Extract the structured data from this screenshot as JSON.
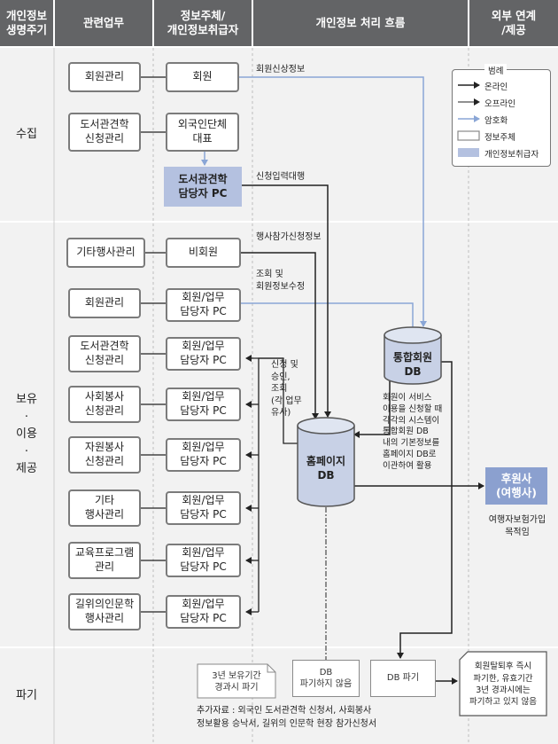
{
  "headers": {
    "lifecycle": "개인정보\n생명주기",
    "related": "관련업무",
    "subject": "정보주체/\n개인정보취급자",
    "flow": "개인정보 처리 흐름",
    "external": "외부 연계\n/제공"
  },
  "stages": {
    "collect": "수집",
    "use": "보유\n·\n이용\n·\n제공",
    "destroy": "파기"
  },
  "collect": {
    "task1": "회원관리",
    "subject1": "회원",
    "task2": "도서관견학\n신청관리",
    "subject2": "외국인단체\n대표",
    "handler": "도서관견학\n담당자 PC"
  },
  "use": {
    "tasks": [
      "기타행사관리",
      "회원관리",
      "도서관견학\n신청관리",
      "사회봉사\n신청관리",
      "자원봉사\n신청관리",
      "기타\n행사관리",
      "교육프로그램\n관리",
      "길위의인문학\n행사관리"
    ],
    "subjects": [
      "비회원",
      "회원/업무\n담당자 PC",
      "회원/업무\n담당자 PC",
      "회원/업무\n담당자 PC",
      "회원/업무\n담당자 PC",
      "회원/업무\n담당자 PC",
      "회원/업무\n담당자 PC",
      "회원/업무\n담당자 PC"
    ]
  },
  "db": {
    "integrated": "통합회원\nDB",
    "homepage": "홈페이지\nDB"
  },
  "labels": {
    "member_info": "회원신상정보",
    "input_proxy": "신청입력대행",
    "event_apply": "행사참가신청정보",
    "lookup_edit": "조회 및\n회원정보수정",
    "apply_approve": "신청 및\n승인,\n조회\n(각 업무\n유사)",
    "migration": "회원이 서비스\n이용을 신청할 때\n각각의 시스템이\n통합회원 DB\n내의 기본정보를\n홈페이지 DB로\n이관하여 활용",
    "sponsor_note": "여행자보험가입\n목적임"
  },
  "external": {
    "sponsor": "후원사\n(여행사)"
  },
  "destroy": {
    "doc_box": "3년 보유기간\n경과시 파기",
    "db_not": "DB\n파기하지 않음",
    "db_destroy": "DB 파기",
    "withdraw_note": "회원탈퇴후 즉시\n파기한, 유효기간\n3년 경과시에는\n파기하고 있지 않음",
    "addendum": "추가자료 : 외국인 도서관견학 신청서, 사회봉사\n정보활용 승낙서, 길위의 인문학 현장 참가신청서"
  },
  "legend": {
    "title": "범례",
    "online": "온라인",
    "offline": "오프라인",
    "encrypted": "암호화",
    "subject": "정보주체",
    "handler": "개인정보취급자"
  },
  "colors": {
    "header_bg": "#636466",
    "band_bg": "#f2f2f2",
    "handler_fill": "#b4c1e0",
    "sponsor_fill": "#8ba0cf",
    "blue_line": "#8aa6d6"
  }
}
